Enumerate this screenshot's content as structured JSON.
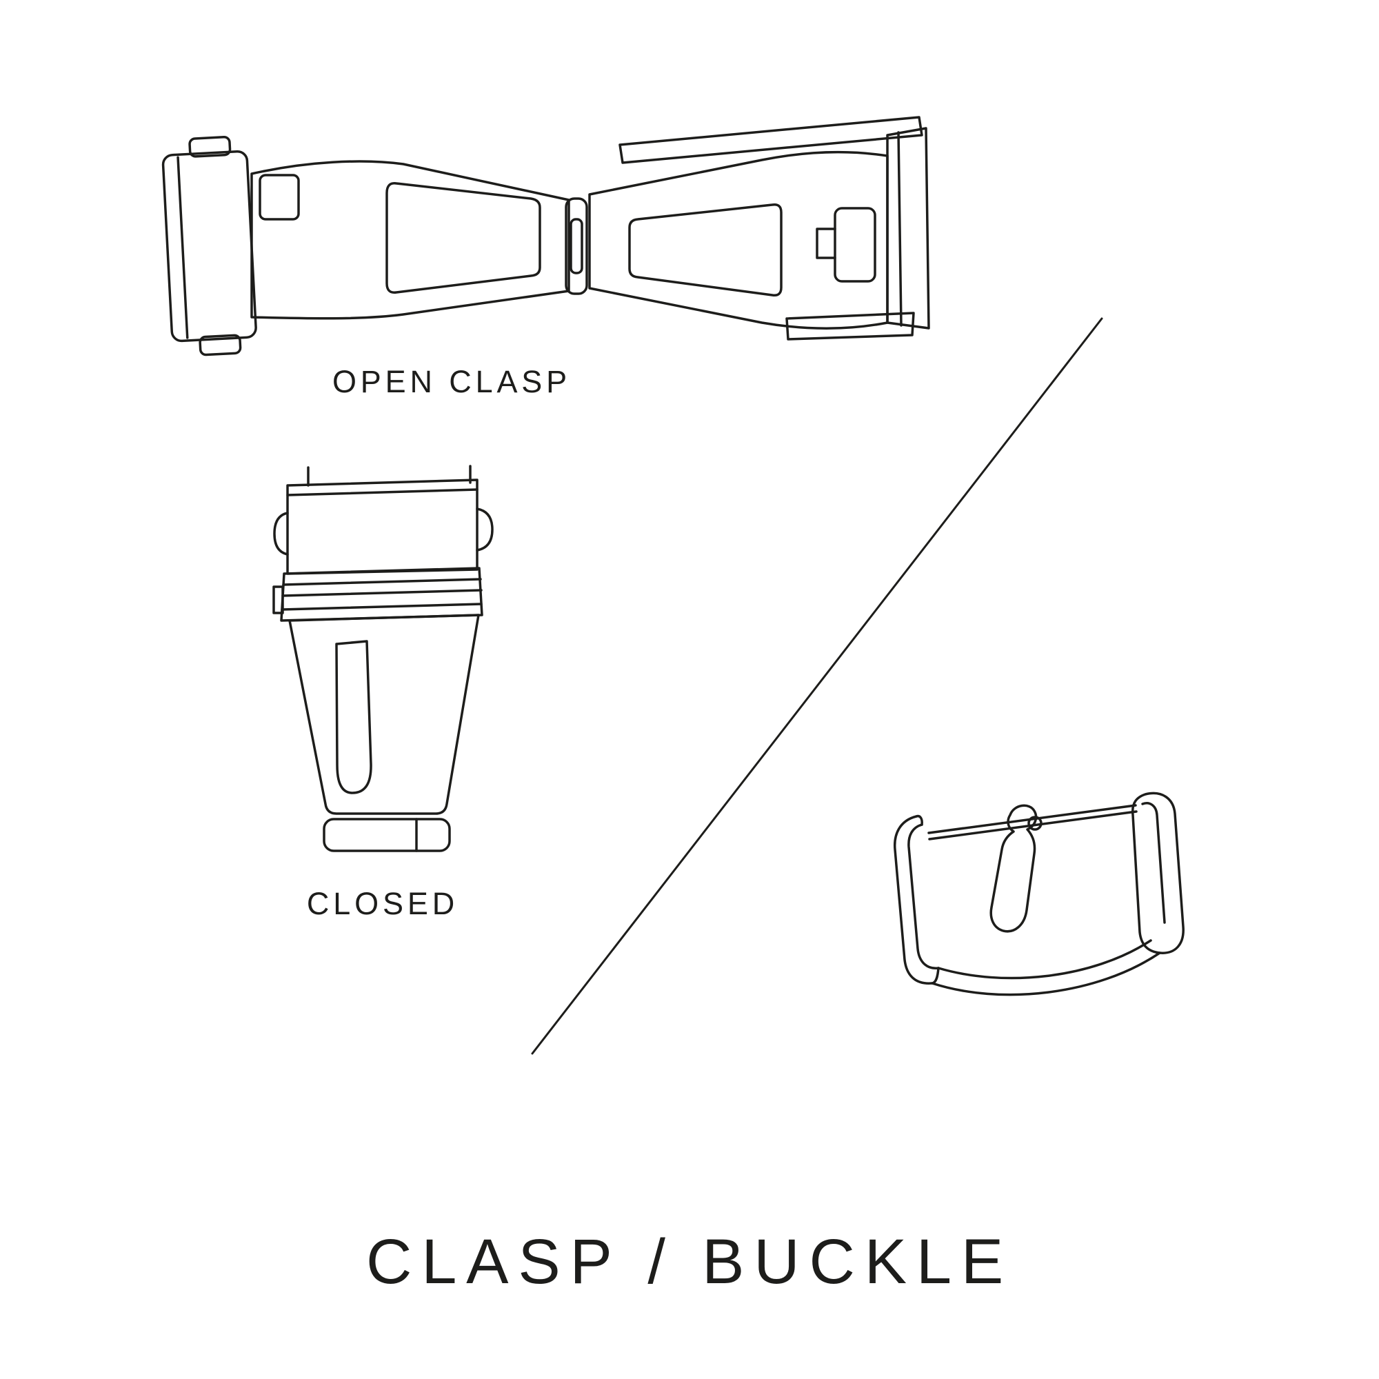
{
  "colors": {
    "background": "#ffffff",
    "line": "#1d1d1b",
    "text": "#1d1d1b"
  },
  "title": "CLASP / BUCKLE",
  "illustrations": {
    "open_clasp": {
      "label": "OPEN CLASP",
      "icon": "open-deployant-clasp-line-drawing"
    },
    "closed_clasp": {
      "label": "CLOSED",
      "icon": "closed-deployant-clasp-line-drawing"
    },
    "buckle": {
      "icon": "pin-buckle-line-drawing"
    },
    "divider": {
      "icon": "diagonal-divider-line"
    }
  }
}
